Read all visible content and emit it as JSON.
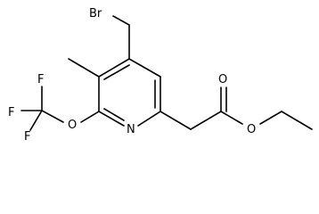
{
  "atoms": {
    "br": "Br",
    "n": "N",
    "o_ether": "O",
    "f1": "F",
    "f2": "F",
    "f3": "F",
    "o_carbonyl": "O",
    "o_ester": "O"
  }
}
